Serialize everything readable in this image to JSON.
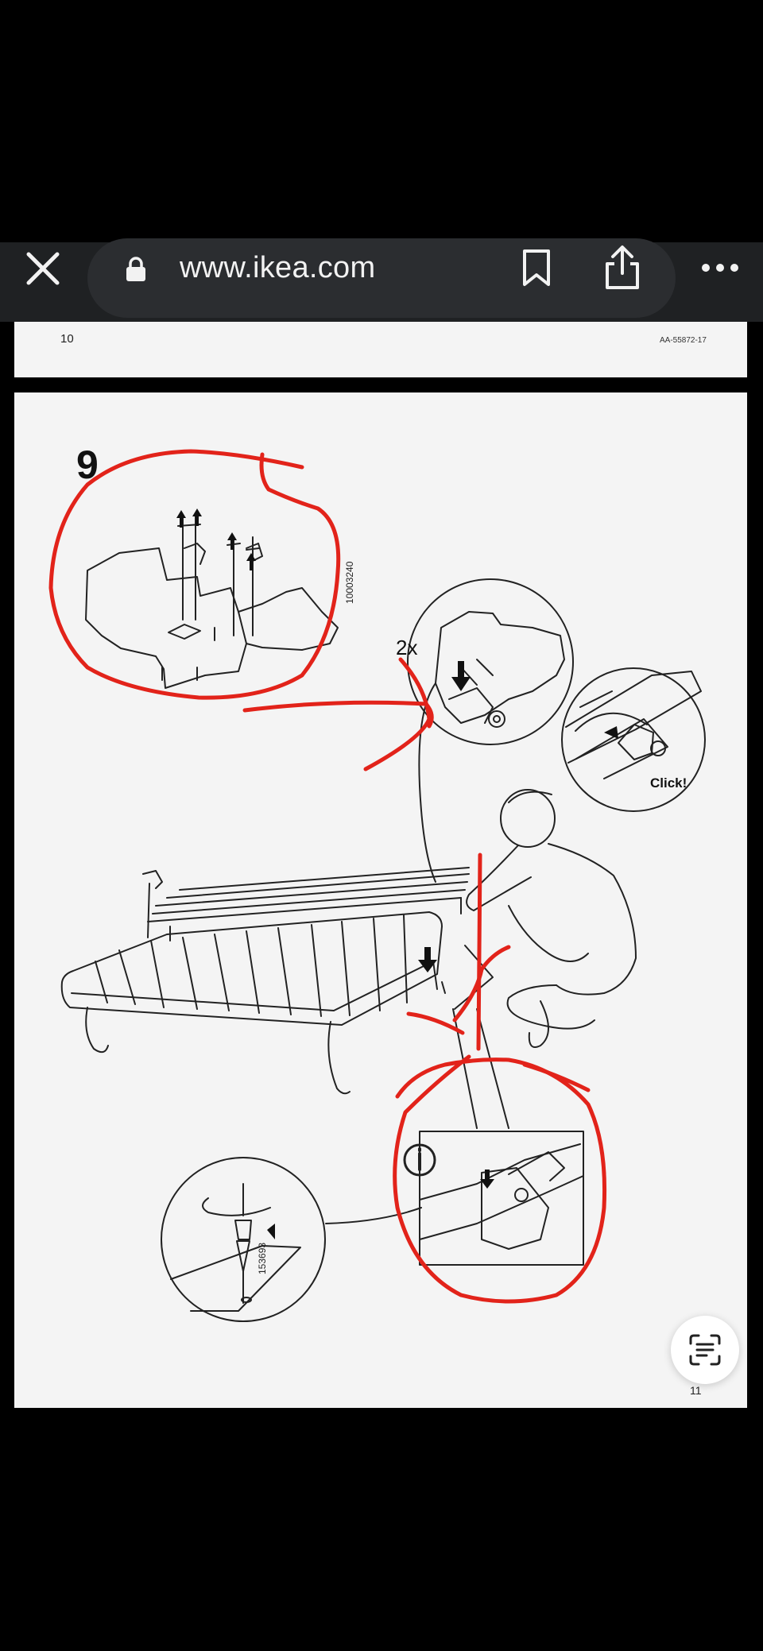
{
  "browser": {
    "url": "www.ikea.com",
    "icons": [
      "close-icon",
      "lock-icon",
      "bookmark-icon",
      "share-icon",
      "more-icon"
    ]
  },
  "document": {
    "page_left_number": "10",
    "doc_code": "AA-55872-17",
    "step_number": "9",
    "quantity_label": "2x",
    "click_label": "Click!",
    "part_code_a": "10003240",
    "part_code_b": "153693",
    "page_right_number": "11"
  },
  "overlay": {
    "annotation_color": "#e2231a",
    "scan_button_icon": "live-text-scan-icon"
  }
}
